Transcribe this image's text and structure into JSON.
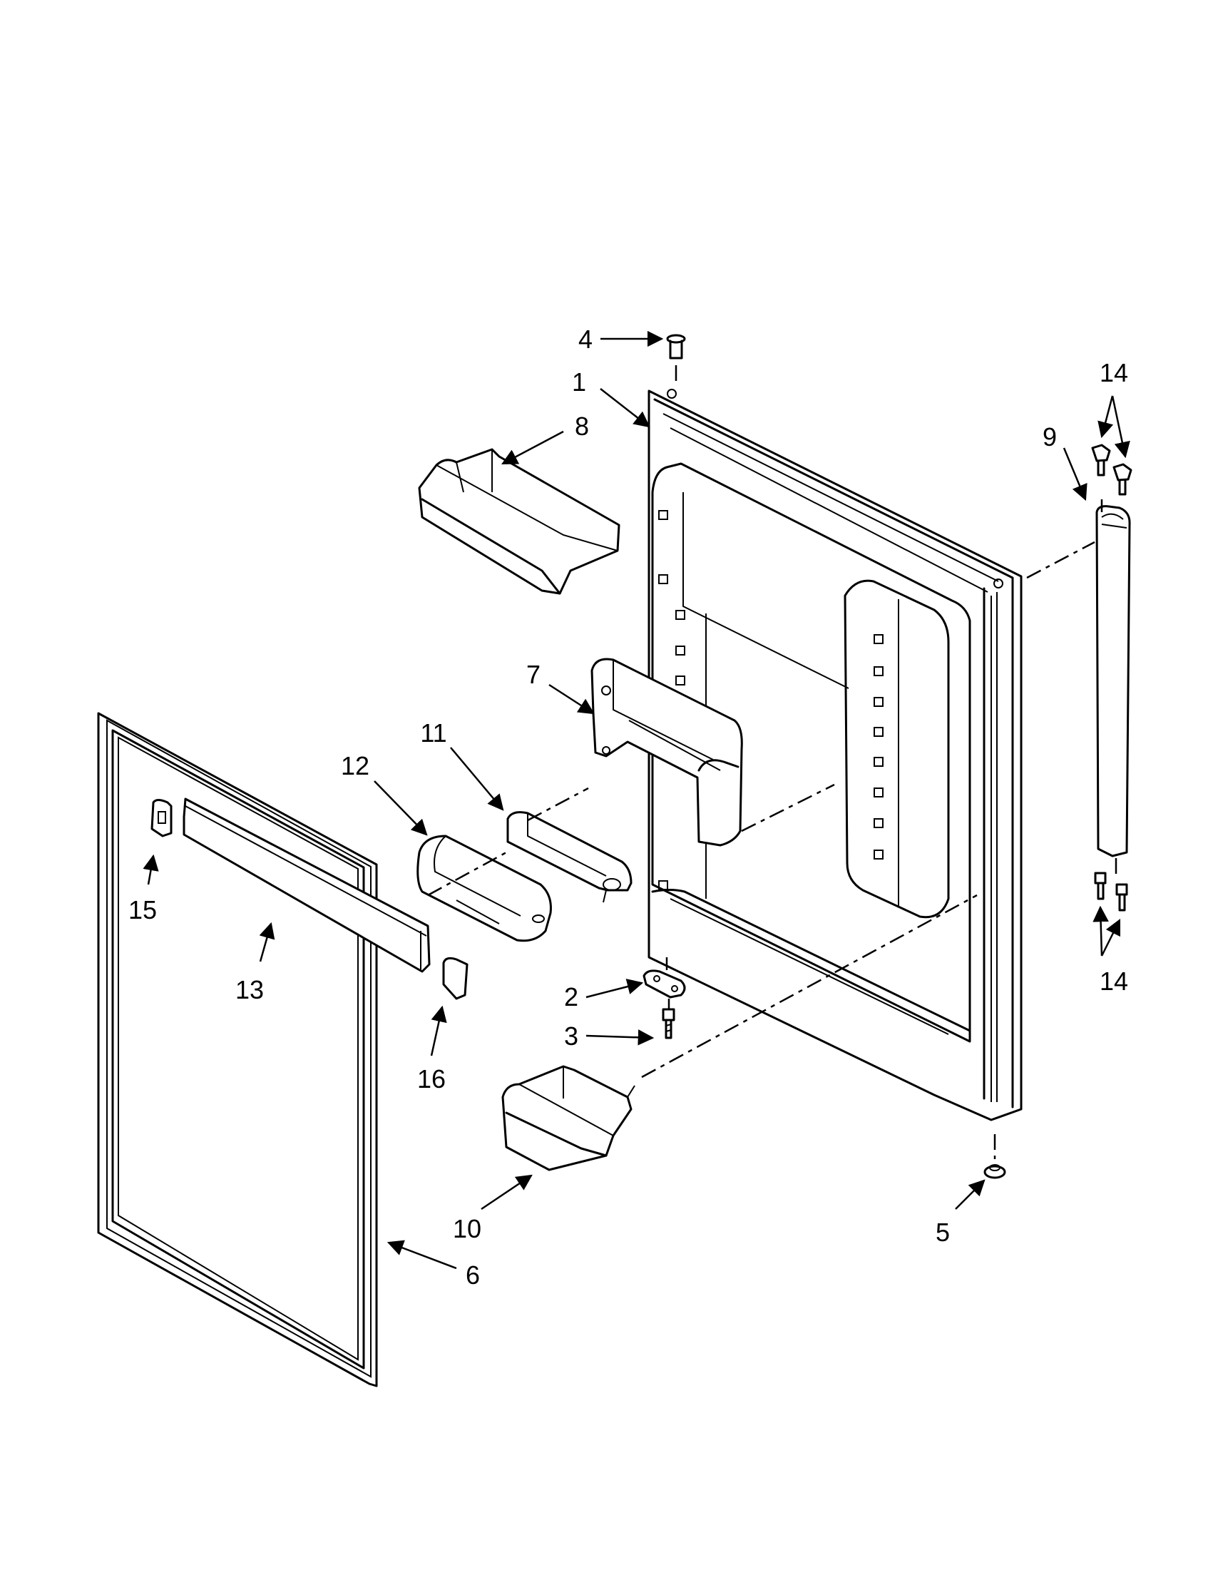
{
  "callouts": [
    {
      "label": "1"
    },
    {
      "label": "2"
    },
    {
      "label": "3"
    },
    {
      "label": "4"
    },
    {
      "label": "5"
    },
    {
      "label": "6"
    },
    {
      "label": "7"
    },
    {
      "label": "8"
    },
    {
      "label": "9"
    },
    {
      "label": "10"
    },
    {
      "label": "11"
    },
    {
      "label": "12"
    },
    {
      "label": "13"
    },
    {
      "label": "14"
    },
    {
      "label": "14"
    },
    {
      "label": "15"
    },
    {
      "label": "16"
    }
  ]
}
